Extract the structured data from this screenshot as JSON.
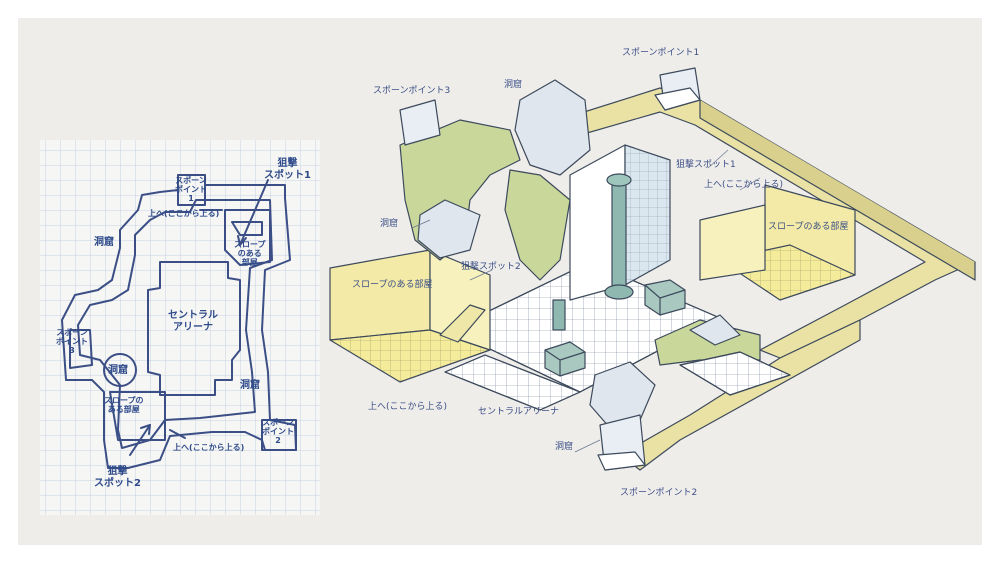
{
  "colors": {
    "background": "#efedea",
    "grid": "#b9c9df",
    "ink": "#3b4f86",
    "cave_green": "#c9d79a",
    "cave_rock": "#dfe6ee",
    "wall_yellow": "#f2eaa6",
    "floor_yellow": "#f4ec9b",
    "wall_blue": "#d6e3ec",
    "pillar_teal": "#8fb8b0",
    "floor_grid": "#ffffff"
  },
  "sketch": {
    "spawn1": "スポーン\nポイント\n1",
    "spawn2": "スポーン\nポイント\n2",
    "spawn3": "スポーン\nポイント\n3",
    "sniper1": "狙撃\nスポット1",
    "sniper2": "狙撃\nスポット2",
    "cave_top": "洞窟",
    "cave_mid": "洞窟",
    "cave_right": "洞窟",
    "up_top": "上へ(ここから上る)",
    "up_bottom": "上へ(ここから上る)",
    "slope_room_right": "スロープ\nのある\n部屋",
    "slope_room_left": "スロープの\nある部屋",
    "central_arena": "セントラル\nアリーナ"
  },
  "iso": {
    "spawn1": "スポーンポイント1",
    "spawn2": "スポーンポイント2",
    "spawn3": "スポーンポイント3",
    "cave_top": "洞窟",
    "cave_left": "洞窟",
    "cave_bottom": "洞窟",
    "sniper1": "狙撃スポット1",
    "sniper2": "狙撃スポット2",
    "up_right": "上へ(ここから上る)",
    "up_left": "上へ(ここから上る)",
    "slope_room_right": "スロープのある部屋",
    "slope_room_left": "スロープのある部屋",
    "central_arena": "セントラルアリーナ"
  }
}
